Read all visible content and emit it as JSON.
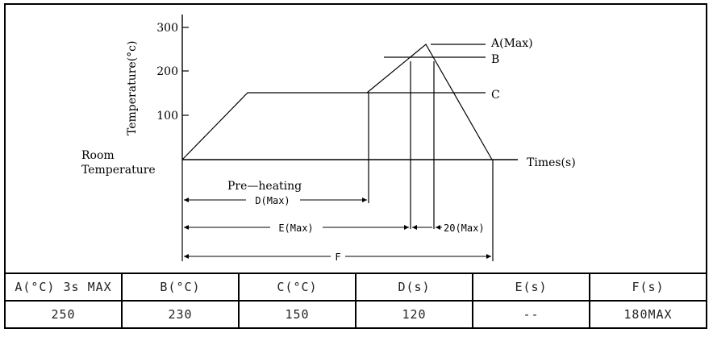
{
  "diagram": {
    "y_axis_label": "Temperature(°c)",
    "x_axis_label": "Times(s)",
    "room_line1": "Room",
    "room_line2": "Temperature",
    "y_ticks": [
      "300",
      "200",
      "100"
    ],
    "level_labels": {
      "a": "A(Max)",
      "b": "B",
      "c": "C"
    },
    "preheating_label": "Pre—heating",
    "dim_d": "D(Max)",
    "dim_e": "E(Max)",
    "dim_20": "20(Max)",
    "dim_f": "F"
  },
  "table": {
    "headers": [
      "A(°C) 3s MAX",
      "B(°C)",
      "C(°C)",
      "D(s)",
      "E(s)",
      "F(s)"
    ],
    "values": [
      "250",
      "230",
      "150",
      "120",
      "--",
      "180MAX"
    ]
  }
}
